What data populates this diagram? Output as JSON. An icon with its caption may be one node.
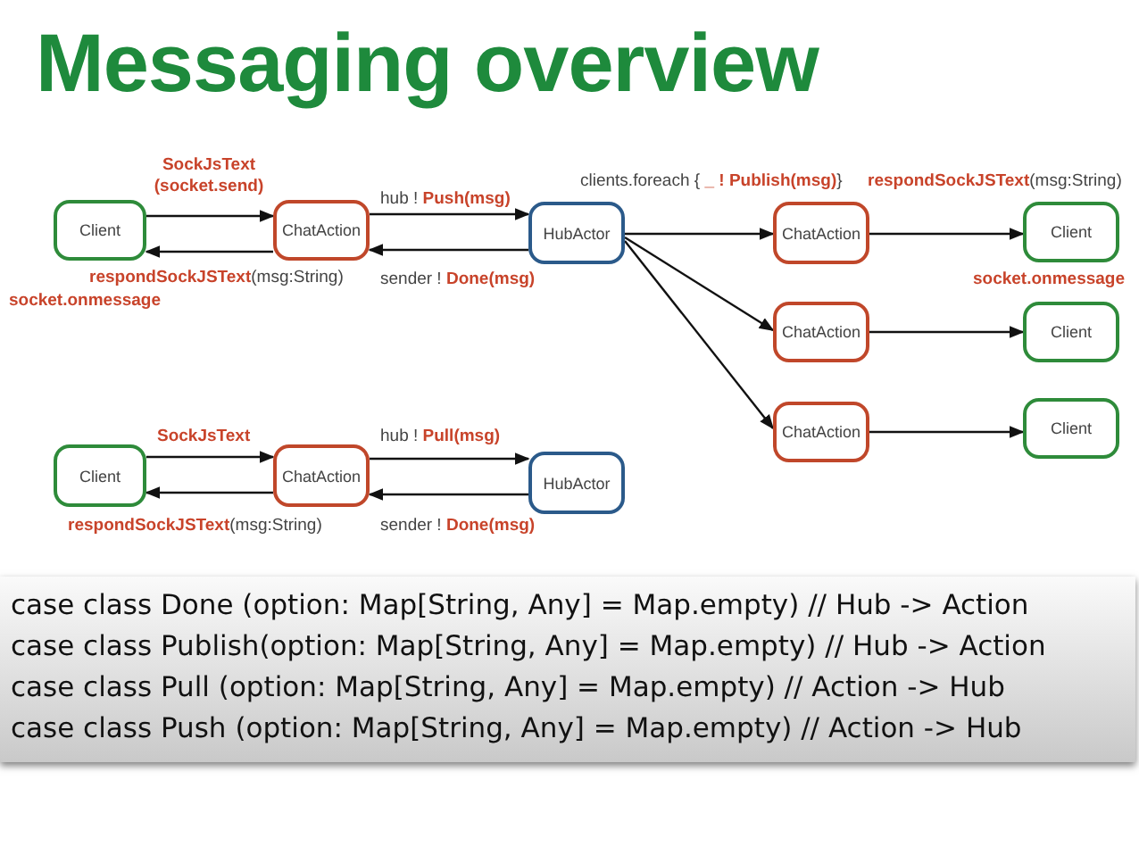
{
  "diagram": {
    "title": "Messaging overview",
    "nodes": [
      {
        "text": [
          "Client"
        ]
      },
      {
        "text": [
          "ChatAction"
        ]
      },
      {
        "text": [
          "HubActor"
        ]
      },
      {
        "text": [
          "ChatAction"
        ]
      },
      {
        "text": [
          "Client"
        ]
      },
      {
        "text": [
          "ChatAction"
        ]
      },
      {
        "text": [
          "Client"
        ]
      },
      {
        "text": [
          "ChatAction"
        ]
      },
      {
        "text": [
          "Client"
        ]
      },
      {
        "text": [
          "Client"
        ]
      },
      {
        "text": [
          "ChatAction"
        ]
      },
      {
        "text": [
          "HubActor"
        ]
      }
    ],
    "edges": [
      {
        "from": 0,
        "to": 1,
        "arrow": "to",
        "label": "**SockJsText (socket.send)**"
      },
      {
        "from": 1,
        "to": 0,
        "arrow": "to",
        "label": "**respondSockJSText**(msg:String)"
      },
      {
        "from": 1,
        "to": 2,
        "arrow": "to",
        "label": "hub ! **Push(msg)**"
      },
      {
        "from": 2,
        "to": 1,
        "arrow": "to",
        "label": "sender ! **Done(msg)**"
      },
      {
        "from": 2,
        "to": 3,
        "arrow": "to",
        "label": "clients.foreach { **_ ! Publish(msg)**}"
      },
      {
        "from": 2,
        "to": 5,
        "arrow": "to"
      },
      {
        "from": 2,
        "to": 7,
        "arrow": "to"
      },
      {
        "from": 3,
        "to": 4,
        "arrow": "to",
        "label": "**respondSockJSText**(msg:String)"
      },
      {
        "from": 5,
        "to": 6,
        "arrow": "to"
      },
      {
        "from": 7,
        "to": 8,
        "arrow": "to"
      },
      {
        "from": 9,
        "to": 10,
        "arrow": "to",
        "label": "**SockJsText**"
      },
      {
        "from": 10,
        "to": 9,
        "arrow": "to",
        "label": "**respondSockJSText**(msg:String)"
      },
      {
        "from": 10,
        "to": 11,
        "arrow": "to",
        "label": "hub ! **Pull(msg)**"
      },
      {
        "from": 11,
        "to": 10,
        "arrow": "to",
        "label": "sender ! **Done(msg)**"
      }
    ],
    "labels": [
      "**socket.onmessage**",
      "**socket.onmessage**",
      "case class Done (option: Map[String, Any] = Map.empty) // Hub -> Action",
      "case class Publish(option: Map[String, Any] = Map.empty) // Hub -> Action",
      "case class Pull (option: Map[String, Any] = Map.empty) // Action -> Hub",
      "case class Push (option: Map[String, Any] = Map.empty) // Action -> Hub"
    ]
  }
}
